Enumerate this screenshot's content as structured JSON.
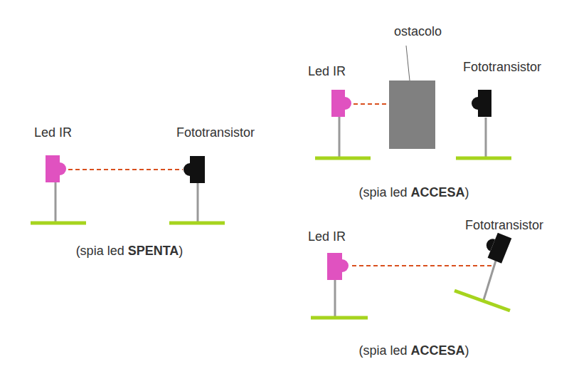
{
  "diagram": {
    "labels": [
      "Led IR",
      "Fototransistor",
      "(spia led SPENTA)",
      "ostacolo",
      "Led IR",
      "Fototransistor",
      "(spia led ACCESA)",
      "Led IR",
      "Fototransistor",
      "(spia led ACCESA)"
    ]
  }
}
